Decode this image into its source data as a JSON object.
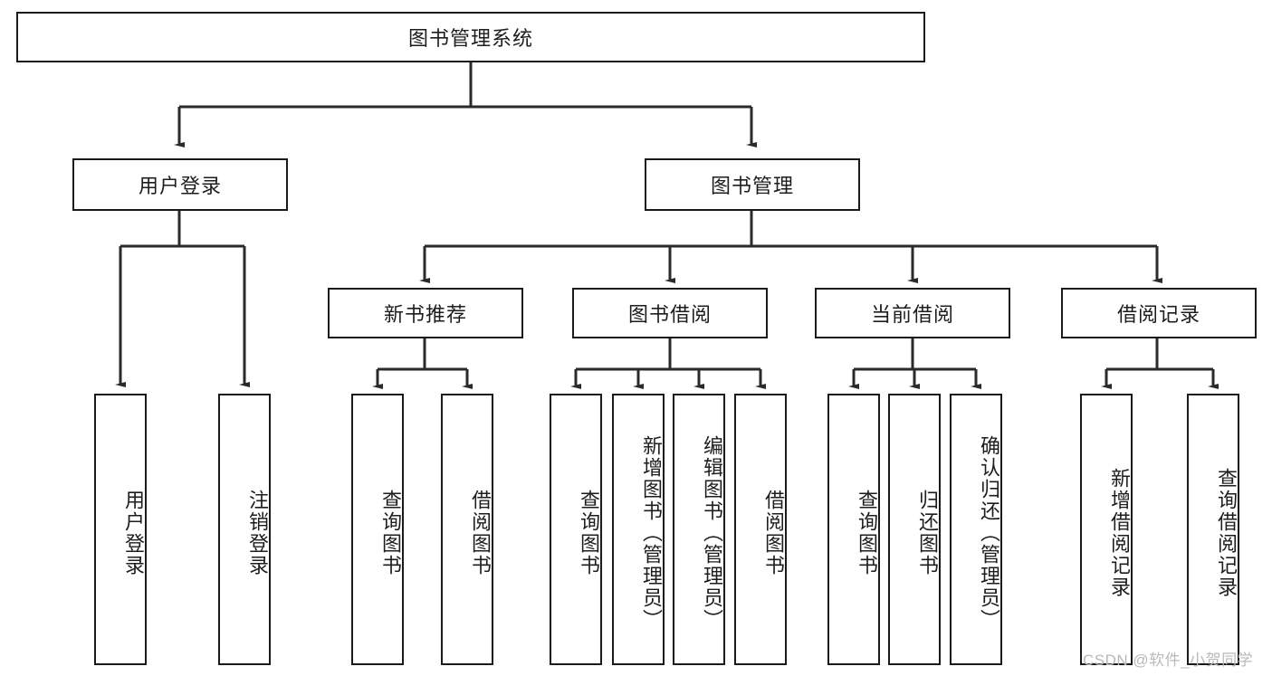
{
  "diagram": {
    "type": "tree",
    "title": "图书管理系统",
    "root": {
      "label": "图书管理系统"
    },
    "level2": [
      {
        "label": "用户登录"
      },
      {
        "label": "图书管理"
      }
    ],
    "level3": [
      {
        "label": "新书推荐"
      },
      {
        "label": "图书借阅"
      },
      {
        "label": "当前借阅"
      },
      {
        "label": "借阅记录"
      }
    ],
    "leaves_user_login": [
      {
        "label": "用户登录"
      },
      {
        "label": "注销登录"
      }
    ],
    "leaves_new_book": [
      {
        "label": "查询图书"
      },
      {
        "label": "借阅图书"
      }
    ],
    "leaves_borrow": [
      {
        "label": "查询图书"
      },
      {
        "label": "新增图书（管理员）"
      },
      {
        "label": "编辑图书（管理员）"
      },
      {
        "label": "借阅图书"
      }
    ],
    "leaves_current": [
      {
        "label": "查询图书"
      },
      {
        "label": "归还图书"
      },
      {
        "label": "确认归还（管理员）"
      }
    ],
    "leaves_record": [
      {
        "label": "新增借阅记录"
      },
      {
        "label": "查询借阅记录"
      }
    ]
  },
  "watermark": {
    "text": "CSDN @软件_小贺同学"
  },
  "colors": {
    "stroke": "#1a1a1a",
    "background": "#ffffff",
    "text": "#1d1d1d",
    "watermark": "#b9b9b9"
  }
}
